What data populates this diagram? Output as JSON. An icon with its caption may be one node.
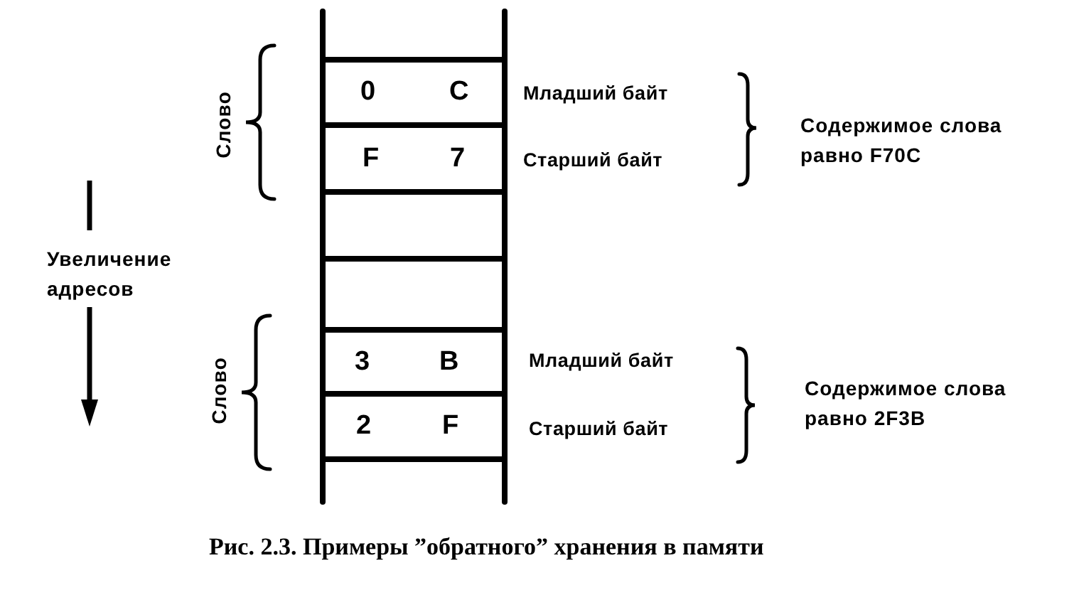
{
  "diagram": {
    "caption": "Рис. 2.3. Примеры ”обратного” хранения в памяти",
    "nodes": [
      {
        "text": [
          "0",
          "C"
        ],
        "beside": [
          "Младший байт"
        ]
      },
      {
        "text": [
          "F",
          "7"
        ],
        "beside": [
          "Старший байт"
        ]
      },
      {
        "text": [],
        "shape": "box"
      },
      {
        "text": [],
        "shape": "box"
      },
      {
        "text": [
          "3",
          "B"
        ],
        "beside": [
          "Младший байт"
        ]
      },
      {
        "text": [
          "2",
          "F"
        ],
        "beside": [
          "Старший байт"
        ]
      }
    ],
    "labels": [
      "Слово",
      "Содержимое слова равно F70C",
      "Увеличение адресов",
      "Слово",
      "Содержимое слова равно 2F3B"
    ]
  }
}
